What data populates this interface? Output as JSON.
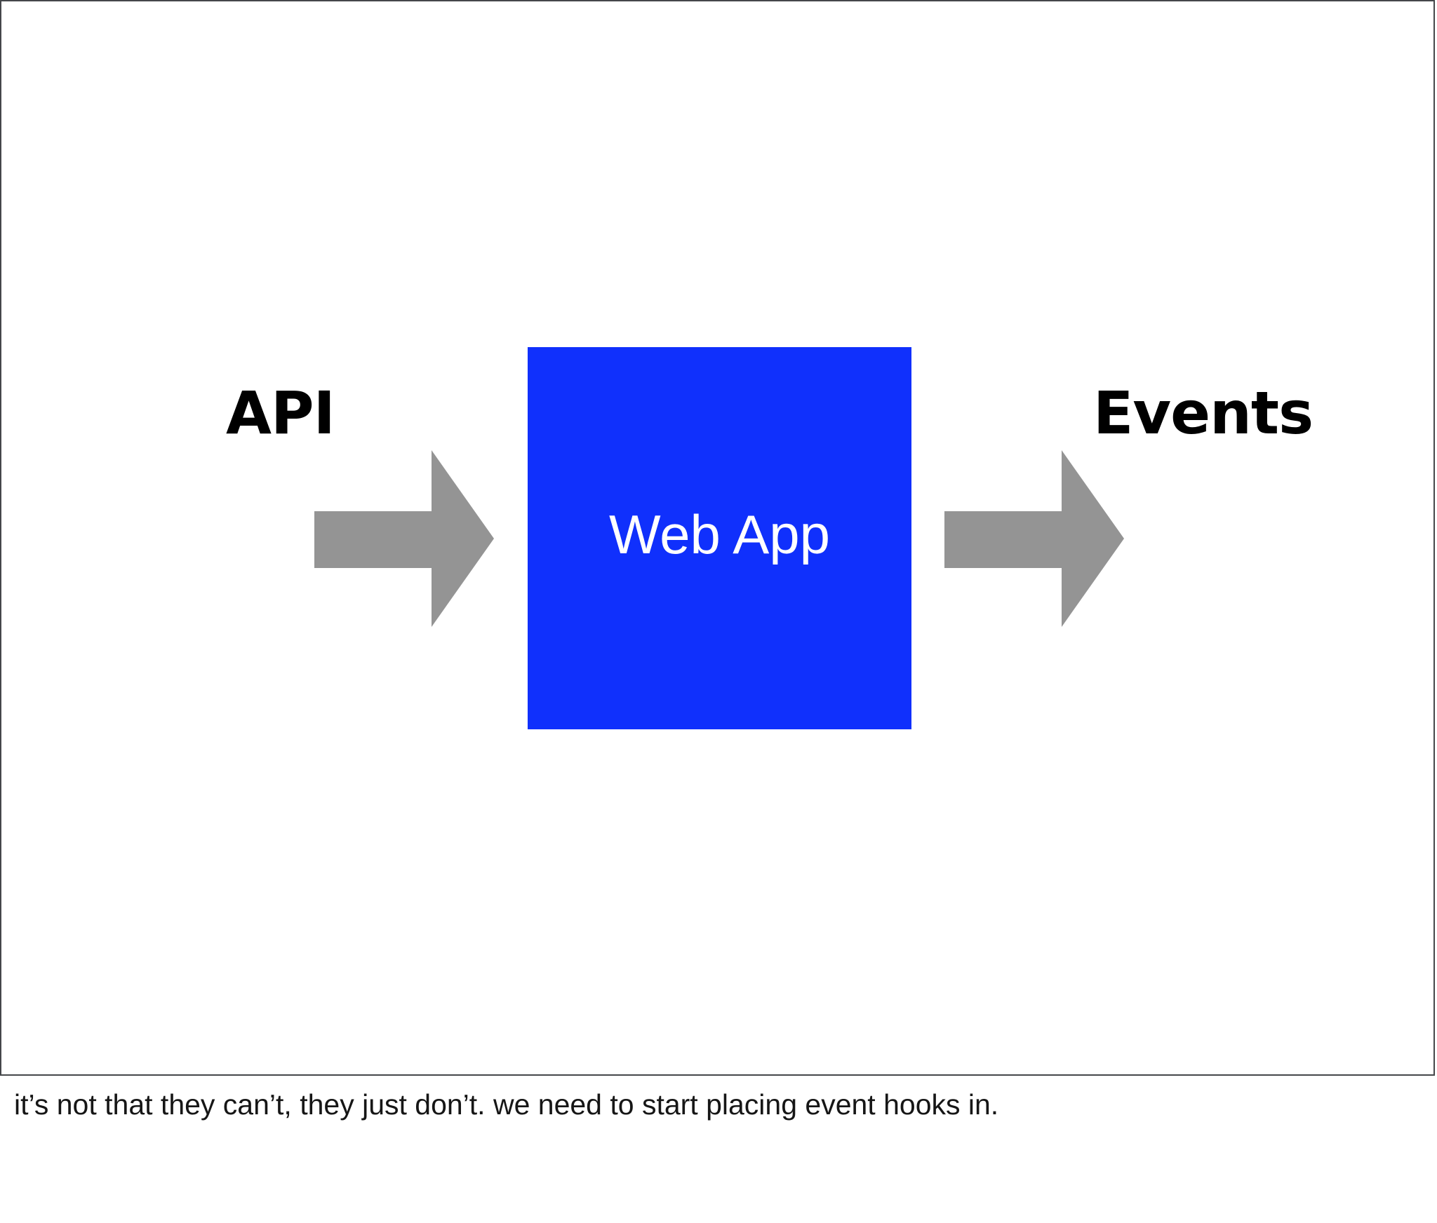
{
  "slide": {
    "diagram": {
      "left_label": "API",
      "right_label": "Events",
      "center_node_label": "Web App",
      "arrow_left_name": "arrow-right-icon",
      "arrow_right_name": "arrow-right-icon",
      "colors": {
        "node_fill": "#1030fc",
        "node_text": "#ffffff",
        "arrow_fill": "#949494",
        "label_text": "#000000",
        "background": "#ffffff",
        "frame_border": "#45474a"
      }
    }
  },
  "caption": {
    "text": "it’s not that they can’t, they just don’t. we need to start placing event hooks in."
  }
}
